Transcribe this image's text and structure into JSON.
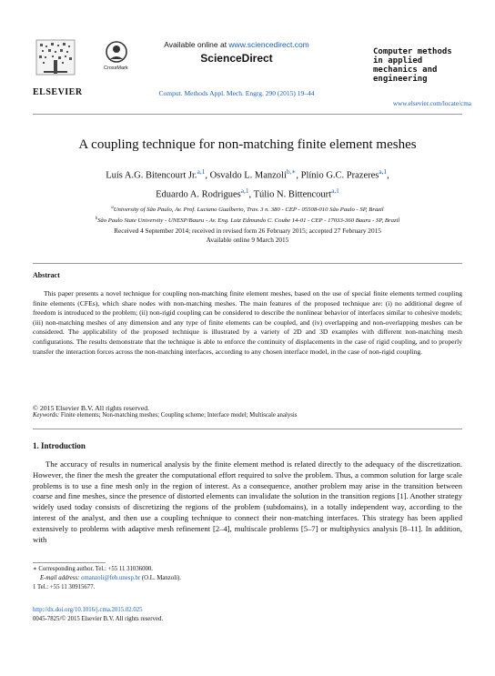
{
  "header": {
    "publisher": "ELSEVIER",
    "crossmark_label": "CrossMark",
    "available_prefix": "Available online at ",
    "available_link": "www.sciencedirect.com",
    "platform": "ScienceDirect",
    "citation": "Comput. Methods Appl. Mech. Engrg. 290 (2015) 19–44",
    "journal_title": "Computer methods in applied mechanics and engineering",
    "journal_url": "www.elsevier.com/locate/cma"
  },
  "article": {
    "title": "A coupling technique for non-matching finite element meshes",
    "authors_line1": "Luís A.G. Bitencourt Jr.",
    "authors_line1_sup": "a,1",
    "author2": "Osvaldo L. Manzoli",
    "author2_sup": "b,∗",
    "author3": "Plínio G.C. Prazeres",
    "author3_sup": "a,1",
    "author4": "Eduardo A. Rodrigues",
    "author4_sup": "a,1",
    "author5": "Túlio N. Bittencourt",
    "author5_sup": "a,1",
    "affil_a_sup": "a",
    "affil_a": "University of São Paulo, Av. Prof. Luciano Gualberto, Trav. 3 n. 380 - CEP - 05508-010 São Paulo - SP, Brazil",
    "affil_b_sup": "b",
    "affil_b": "São Paulo State University - UNESP/Bauru - Av. Eng. Luiz Edmundo C. Coube 14-01 - CEP - 17033-360 Bauru - SP, Brazil",
    "dates": "Received 4 September 2014; received in revised form 26 February 2015; accepted 27 February 2015",
    "online": "Available online 9 March 2015"
  },
  "abstract": {
    "heading": "Abstract",
    "text": "This paper presents a novel technique for coupling non-matching finite element meshes, based on the use of special finite elements termed coupling finite elements (CFEs), which share nodes with non-matching meshes. The main features of the proposed technique are: (i) no additional degree of freedom is introduced to the problem; (ii) non-rigid coupling can be considered to describe the nonlinear behavior of interfaces similar to cohesive models; (iii) non-matching meshes of any dimension and any type of finite elements can be coupled, and (iv) overlapping and non-overlapping meshes can be considered. The applicability of the proposed technique is illustrated by a variety of 2D and 3D examples with different non-matching mesh configurations. The results demonstrate that the technique is able to enforce the continuity of displacements in the case of rigid coupling, and to properly transfer the interaction forces across the non-matching interfaces, according to any chosen interface model, in the case of non-rigid coupling.",
    "copyright": "© 2015 Elsevier B.V. All rights reserved."
  },
  "keywords": {
    "label": "Keywords:",
    "text": " Finite elements; Non-matching meshes; Coupling scheme; Interface model; Multiscale analysis"
  },
  "intro": {
    "heading": "1.  Introduction",
    "text": "The accuracy of results in numerical analysis by the finite element method is related directly to the adequacy of the discretization. However, the finer the mesh the greater the computational effort required to solve the problem. Thus, a common solution for large scale problems is to use a fine mesh only in the region of interest. As a consequence, another problem may arise in the transition between coarse and fine meshes, since the presence of distorted elements can invalidate the solution in the transition regions [1]. Another strategy widely used today consists of discretizing the regions of the problem (subdomains), in a totally independent way, according to the interest of the analyst, and then use a coupling technique to connect their non-matching interfaces. This strategy has been applied extensively to problems with adaptive mesh refinement [2–4], multiscale problems [5–7] or multiphysics analysis [8–11]. In addition, with"
  },
  "footnotes": {
    "corresponding": "∗ Corresponding author. Tel.: +55 11 31036000.",
    "email_label": "E-mail address: ",
    "email": "omanzoli@feb.unesp.br",
    "email_suffix": " (O.L. Manzoli).",
    "tel": "1 Tel.: +55 11 30915677."
  },
  "bottom": {
    "doi": "http://dx.doi.org/10.1016/j.cma.2015.02.025",
    "issn": "0045-7825/© 2015 Elsevier B.V. All rights reserved."
  }
}
